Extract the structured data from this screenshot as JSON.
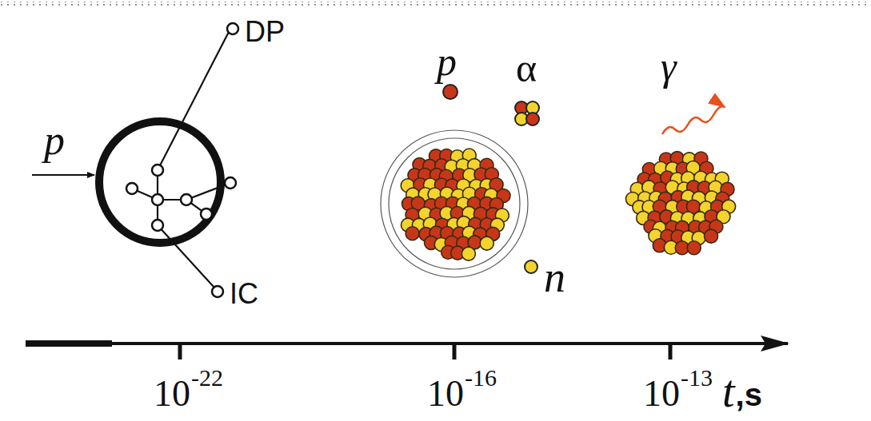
{
  "diagram": {
    "labels": [
      "p",
      "DP",
      "IC",
      "p",
      "α",
      "n",
      "γ",
      "10",
      "-22",
      "10",
      "-16",
      "10",
      "-13",
      "t",
      ",s"
    ]
  }
}
